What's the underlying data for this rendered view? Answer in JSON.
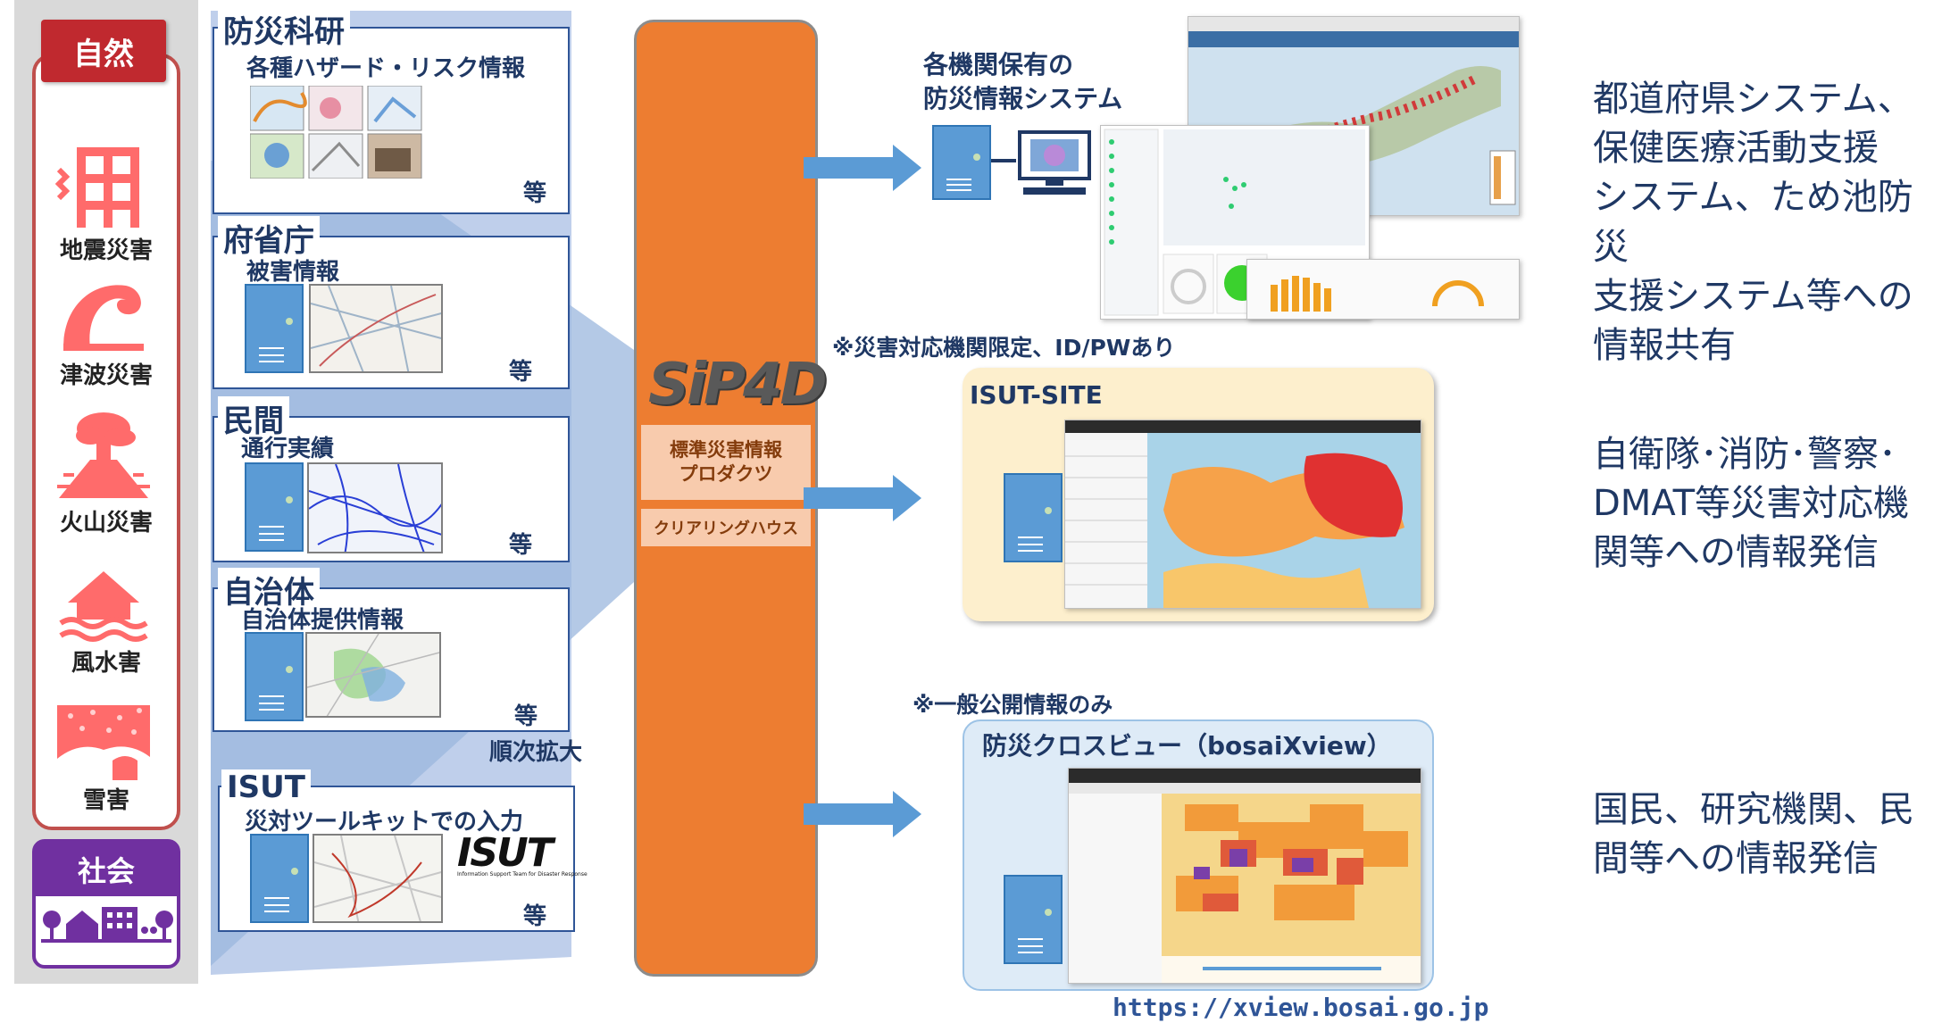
{
  "nature": {
    "header": "自然",
    "hazards": [
      {
        "label": "地震災害",
        "icon": "building-shaking-icon"
      },
      {
        "label": "津波災害",
        "icon": "wave-icon"
      },
      {
        "label": "火山災害",
        "icon": "volcano-icon"
      },
      {
        "label": "風水害",
        "icon": "flooded-house-icon"
      },
      {
        "label": "雪害",
        "icon": "snow-house-icon"
      }
    ]
  },
  "society": {
    "header": "社会",
    "icon": "town-icon"
  },
  "sources": [
    {
      "title": "防災科研",
      "subtitle": "各種ハザード・リスク情報",
      "suffix": "等"
    },
    {
      "title": "府省庁",
      "subtitle": "被害情報",
      "suffix": "等"
    },
    {
      "title": "民間",
      "subtitle": "通行実績",
      "suffix": "等"
    },
    {
      "title": "自治体",
      "subtitle": "自治体提供情報",
      "suffix": "等",
      "extra": "順次拡大"
    },
    {
      "title": "ISUT",
      "subtitle": "災対ツールキットでの入力",
      "suffix": "等",
      "logo_text": "ISUT",
      "logo_caption": "Information Support Team for Disaster Response"
    }
  ],
  "center": {
    "logo": "SiP4D",
    "product": "標準災害情報\nプロダクツ",
    "clearing": "クリアリングハウス"
  },
  "targets": {
    "systems": {
      "title_line1": "各機関保有の",
      "title_line2": "防災情報システム"
    },
    "isut_note": "※災害対応機関限定、ID/PWあり",
    "isut_title": "ISUT-SITE",
    "public_note": "※一般公開情報のみ",
    "xview_title": "防災クロスビュー（bosaiXview）",
    "url": "https://xview.bosai.go.jp"
  },
  "descriptions": [
    [
      "都道府県システム、",
      "保健医療活動支援",
      "システム、ため池防災",
      "支援システム等への",
      "情報共有"
    ],
    [
      "自衛隊･消防･警察･",
      "DMAT等災害対応機",
      "関等への情報発信"
    ],
    [
      "国民、研究機関、民",
      "間等への情報発信"
    ]
  ],
  "colors": {
    "nature": "#c0292f",
    "society": "#7030a0",
    "center": "#ed7d31",
    "arrow": "#5b9bd5",
    "text": "#1f3864"
  }
}
